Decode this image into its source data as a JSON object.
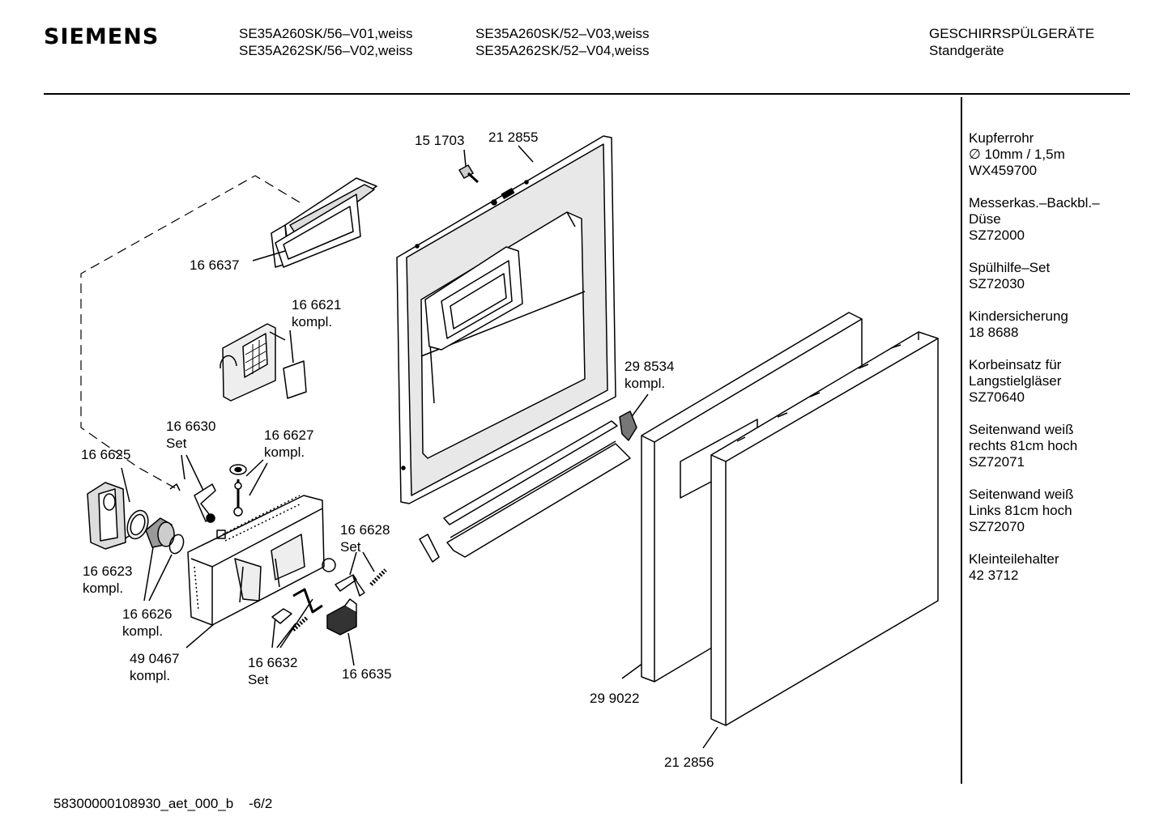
{
  "header": {
    "logo": "SIEMENS",
    "models_col1": [
      "SE35A260SK/56–V01,weiss",
      "SE35A262SK/56–V02,weiss"
    ],
    "models_col2": [
      "SE35A260SK/52–V03,weiss",
      "SE35A262SK/52–V04,weiss"
    ],
    "category": [
      "GESCHIRRSPÜLGERÄTE",
      "Standgeräte"
    ]
  },
  "accessories": [
    {
      "lines": [
        "Kupferrohr",
        "∅ 10mm / 1,5m",
        "WX459700"
      ]
    },
    {
      "lines": [
        "Messerkas.–Backbl.–",
        "Düse",
        "SZ72000"
      ]
    },
    {
      "lines": [
        "Spülhilfe–Set",
        "SZ72030"
      ]
    },
    {
      "lines": [
        "Kindersicherung",
        "18 8688"
      ]
    },
    {
      "lines": [
        "Korbeinsatz für",
        "Langstielgläser",
        "SZ70640"
      ]
    },
    {
      "lines": [
        "Seitenwand weiß",
        "rechts 81cm hoch",
        "SZ72071"
      ]
    },
    {
      "lines": [
        "Seitenwand weiß",
        "Links 81cm hoch",
        "SZ72070"
      ]
    },
    {
      "lines": [
        "Kleinteilehalter",
        "42 3712"
      ]
    }
  ],
  "part_labels": {
    "p151703": [
      "15 1703"
    ],
    "p212855": [
      "21 2855"
    ],
    "p166637": [
      "16 6637"
    ],
    "p166621": [
      "16 6621",
      "kompl."
    ],
    "p166630": [
      "16 6630",
      "Set"
    ],
    "p166627": [
      "16 6627",
      "kompl."
    ],
    "p166625": [
      "16 6625"
    ],
    "p166623": [
      "16 6623",
      "kompl."
    ],
    "p166626": [
      "16 6626",
      "kompl."
    ],
    "p490467": [
      "49 0467",
      "kompl."
    ],
    "p166628": [
      "16 6628",
      "Set"
    ],
    "p166632": [
      "16 6632",
      "Set"
    ],
    "p166635": [
      "16 6635"
    ],
    "p298534": [
      "29 8534",
      "kompl."
    ],
    "p299022": [
      "29 9022"
    ],
    "p212856": [
      "21 2856"
    ]
  },
  "footer": "58300000108930_aet_000_b    -6/2"
}
